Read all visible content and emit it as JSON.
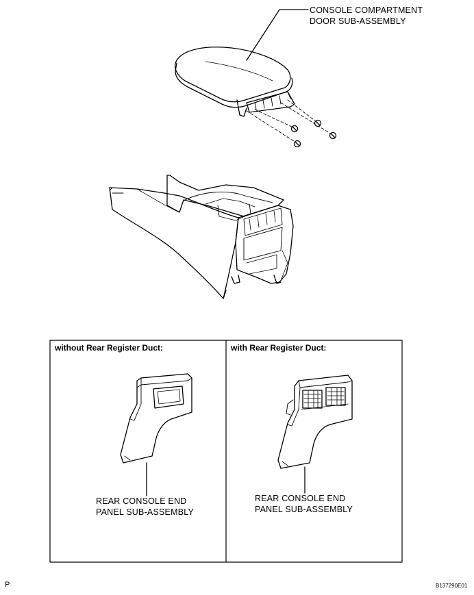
{
  "callouts": {
    "door": [
      "CONSOLE COMPARTMENT",
      "DOOR SUB-ASSEMBLY"
    ],
    "left_panel": [
      "REAR CONSOLE END",
      "PANEL SUB-ASSEMBLY"
    ],
    "right_panel": [
      "REAR CONSOLE END",
      "PANEL SUB-ASSEMBLY"
    ]
  },
  "panels": {
    "left_title": "without Rear Register Duct:",
    "right_title": "with Rear Register Duct:"
  },
  "footer": {
    "page_mark": "P",
    "figure_code": "B137290E01"
  }
}
